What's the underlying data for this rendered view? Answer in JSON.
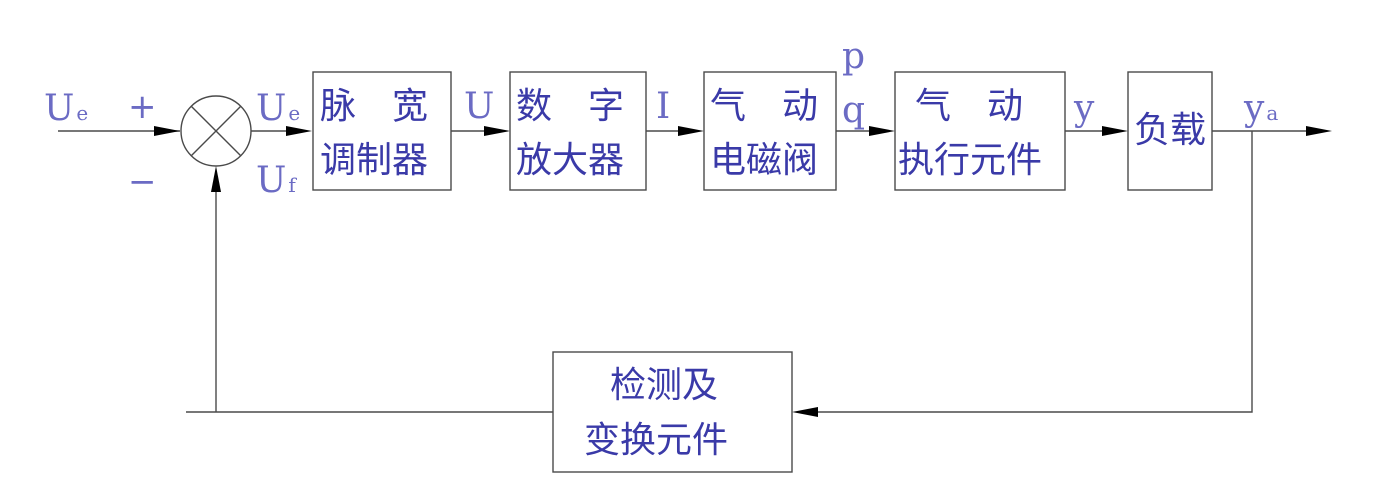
{
  "blocks": {
    "pwm": {
      "line1": "脉　宽",
      "line2": "调制器"
    },
    "digital_amp": {
      "line1": "数　字",
      "line2": "放大器"
    },
    "solenoid_valve": {
      "line1": "气　动",
      "line2": "电磁阀"
    },
    "pneumatic_actuator": {
      "line1": "气　动",
      "line2": "执行元件"
    },
    "load": {
      "line1": "负载"
    },
    "feedback": {
      "line1": "检测及",
      "line2": "变换元件"
    }
  },
  "signals": {
    "input": {
      "main": "U",
      "sub": "e"
    },
    "error": {
      "main": "U",
      "sub": "e"
    },
    "feedback": {
      "main": "U",
      "sub": "f"
    },
    "voltage": {
      "main": "U"
    },
    "current": {
      "main": "I"
    },
    "pressure": {
      "main": "p"
    },
    "flow": {
      "main": "q"
    },
    "displacement": {
      "main": "y"
    },
    "output": {
      "main": "y",
      "sub": "a"
    }
  },
  "summing_junction": {
    "plus": "+",
    "minus": "−"
  },
  "colors": {
    "text": "#3a3aa8",
    "signal": "#6b6bc4",
    "line": "#4a4a4a"
  }
}
